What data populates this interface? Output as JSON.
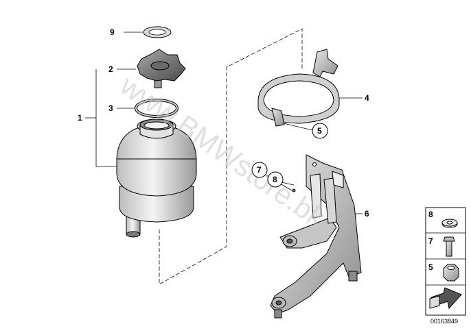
{
  "callouts": {
    "c1": "1",
    "c2": "2",
    "c3": "3",
    "c4": "4",
    "c5": "5",
    "c6": "6",
    "c7": "7",
    "c8": "8",
    "c9": "9"
  },
  "legend": {
    "l8": "8",
    "l7": "7",
    "l5": "5"
  },
  "watermark": "www.BMWstore.bk",
  "diagram_id": "00163849",
  "colors": {
    "line": "#000000",
    "part_light": "#e6e6e6",
    "part_mid": "#bdbdbd",
    "part_dark": "#6e6e6e"
  }
}
